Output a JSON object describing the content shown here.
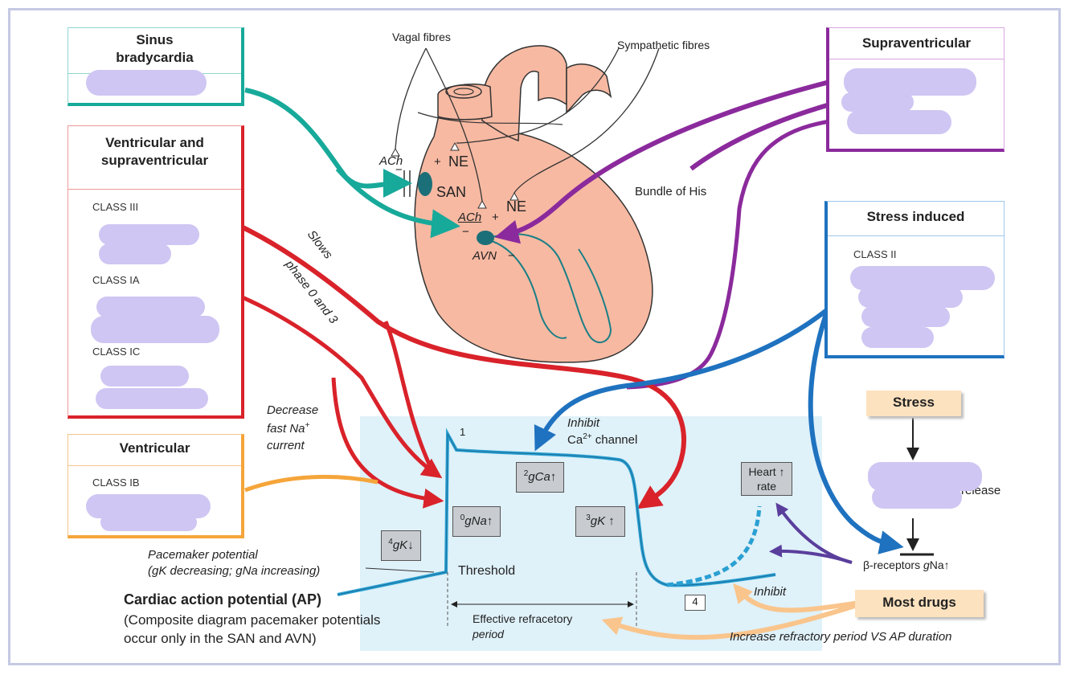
{
  "boxes": {
    "sinus": {
      "title": "Sinus bradycardia"
    },
    "ventricular_supraventricular": {
      "title": "Ventricular and supraventricular",
      "classes": [
        "CLASS III",
        "CLASS IA",
        "CLASS IC"
      ]
    },
    "ventricular": {
      "title": "Ventricular",
      "classes": [
        "CLASS IB"
      ]
    },
    "supraventricular": {
      "title": "Supraventricular"
    },
    "stress_induced": {
      "title": "Stress induced",
      "classes": [
        "CLASS II"
      ]
    }
  },
  "heart": {
    "vagal": "Vagal fibres",
    "sympathetic": "Sympathetic fibres",
    "ach": "ACh",
    "ne": "NE",
    "san": "SAN",
    "avn": "AVN",
    "bundle": "Bundle of His",
    "plus": "+",
    "minus": "−"
  },
  "annotations": {
    "slows": "Slows",
    "phase": "phase 0 and 3",
    "decrease": "Decrease",
    "fast_na": "fast Na",
    "current": "current",
    "inhibit": "Inhibit",
    "ca_channel": "channel",
    "pacemaker": "Pacemaker potential",
    "pacemaker_detail": "(gK decreasing; gNa increasing)",
    "threshold": "Threshold",
    "erp1": "Effective refracetory",
    "erp2": "period",
    "inhibit2": "Inhibit",
    "increase": "Increase refractory period VS AP duration",
    "release": "release",
    "beta": "β-receptors",
    "ap_title": "Cardiac action potential (AP)",
    "ap_sub1": "(Composite diagram pacemaker potentials",
    "ap_sub2": "occur only in the SAN and AVN)"
  },
  "phases": {
    "p0": {
      "num": "0",
      "text": "gNa"
    },
    "p1": {
      "num": "1"
    },
    "p2": {
      "num": "2",
      "text": "gCa"
    },
    "p3": {
      "num": "3",
      "text": "gK"
    },
    "p4": {
      "num": "4",
      "text": "gK"
    },
    "p4b": {
      "num": "4"
    }
  },
  "heart_rate": {
    "line1": "Heart",
    "line2": "rate"
  },
  "stress": "Stress",
  "most_drugs": "Most drugs",
  "colors": {
    "teal": "#17a99a",
    "red": "#d9222a",
    "purple": "#8b2a9c",
    "blue": "#1f72bf",
    "orange": "#f5a53a",
    "heart": "#f7b9a2",
    "panel": "#dff1f9",
    "ap_line": "#2aa0d2"
  }
}
